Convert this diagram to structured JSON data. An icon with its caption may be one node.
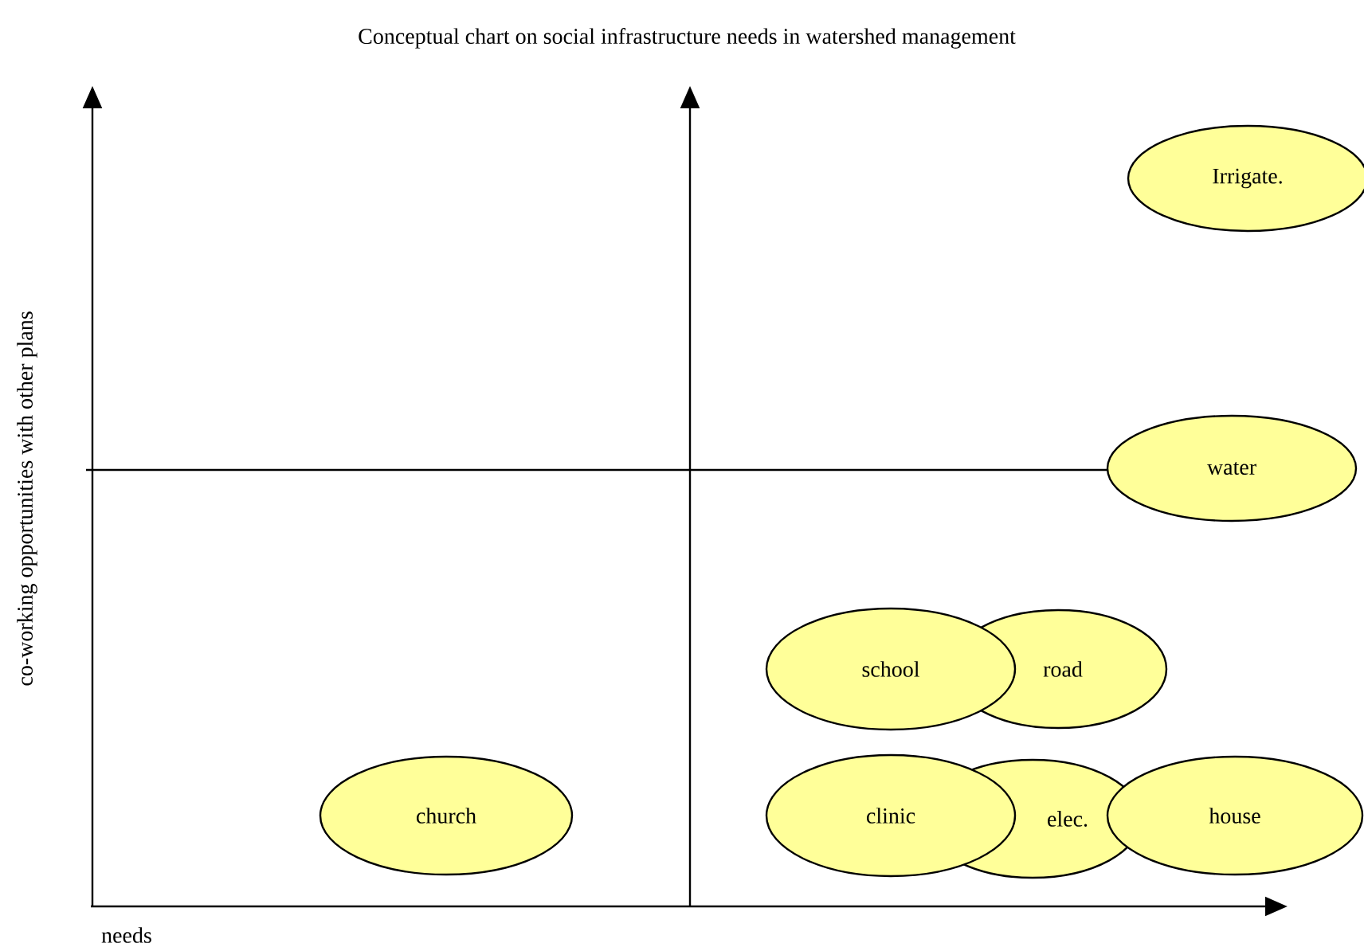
{
  "diagram": {
    "title": "Conceptual chart on social infrastructure needs in watershed management",
    "nodes": [
      {
        "text": [
          "Irrigate."
        ]
      },
      {
        "text": [
          "water"
        ]
      },
      {
        "text": [
          "school"
        ]
      },
      {
        "text": [
          "road"
        ]
      },
      {
        "text": [
          "church"
        ]
      },
      {
        "text": [
          "clinic"
        ]
      },
      {
        "text": [
          "elec."
        ]
      },
      {
        "text": [
          "house"
        ]
      }
    ],
    "labels": [
      "co-working opportunities with other plans",
      "needs"
    ]
  }
}
